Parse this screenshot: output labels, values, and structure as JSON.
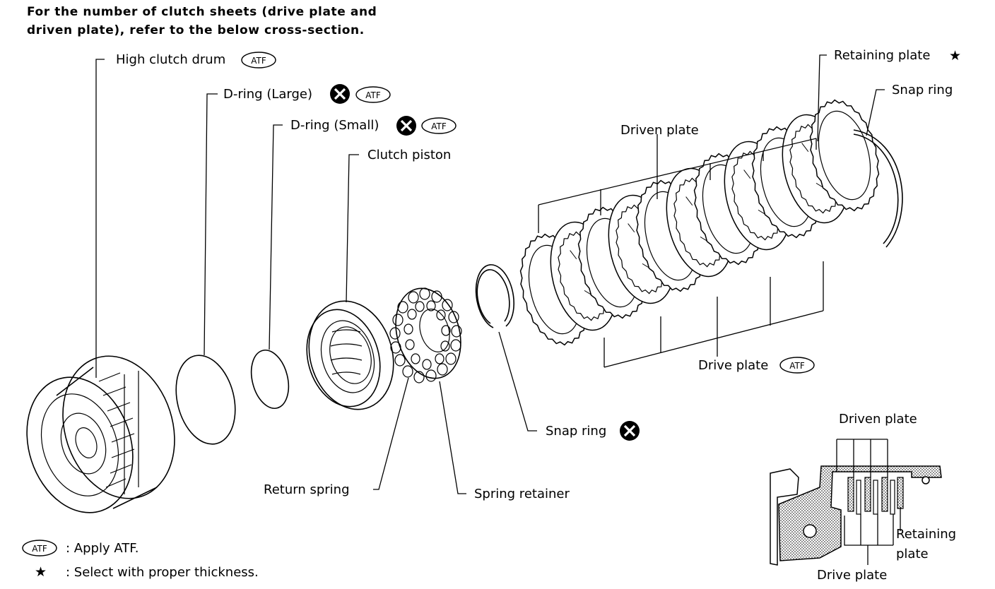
{
  "header": {
    "line1": "For the number of clutch sheets (drive plate and",
    "line2": "driven plate), refer to the below cross-section."
  },
  "badges": {
    "atf": "ATF"
  },
  "labels": {
    "high_clutch_drum": "High clutch drum",
    "d_ring_large": "D-ring (Large)",
    "d_ring_small": "D-ring (Small)",
    "clutch_piston": "Clutch piston",
    "driven_plate": "Driven plate",
    "retaining_plate": "Retaining plate",
    "snap_ring_top": "Snap ring",
    "drive_plate": "Drive plate",
    "snap_ring_mid": "Snap ring",
    "return_spring": "Return spring",
    "spring_retainer": "Spring retainer"
  },
  "cross_section": {
    "driven_plate": "Driven plate",
    "retaining_plate_1": "Retaining",
    "retaining_plate_2": "plate",
    "drive_plate": "Drive plate"
  },
  "legend": {
    "atf_text": ": Apply ATF.",
    "star_symbol": "★",
    "star_text": ": Select with proper thickness."
  },
  "icons": [
    "atf-badge-icon",
    "replace-x-icon",
    "star-icon"
  ]
}
